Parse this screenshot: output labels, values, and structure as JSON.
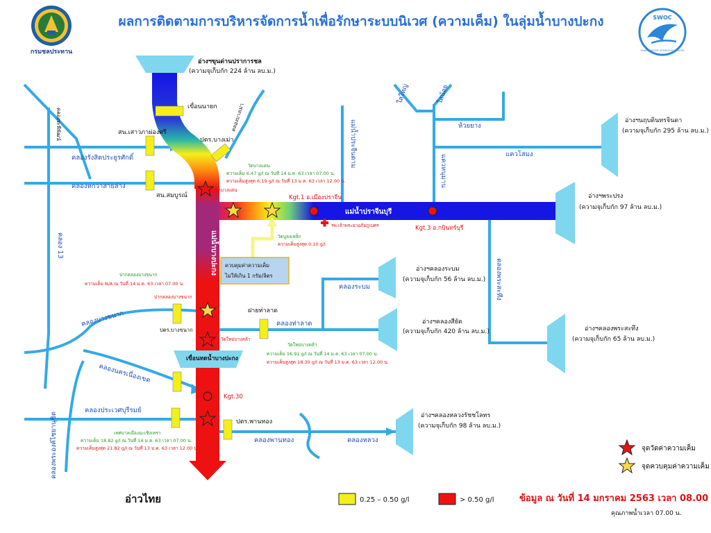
{
  "title": "ผลการติดตามการบริหารจัดการน้ำเพื่อรักษาระบบนิเวศ (ความเค็ม) ในลุ่มน้ำบางปะกง",
  "logos": {
    "left_text": "กรมชลประทาน",
    "right_top": "SWOC",
    "right_ring": "SMART WATER OPERATION CENTER"
  },
  "reservoirs": {
    "khun_dan": {
      "name": "อ่างฯขุนด่านปราการชล",
      "capacity": "(ความจุเก็บกัก 224 ล้าน ลบ.ม.)"
    },
    "nong_pla_lai": {
      "name": "อ่างฯนฤบดินทรจินดา",
      "capacity": "(ความจุเก็บกัก 295 ล้าน ลบ.ม.)"
    },
    "phra_prong": {
      "name": "อ่างฯพระปรง",
      "capacity": "(ความจุเก็บกัก 97 ล้าน ลบ.ม.)"
    },
    "rabom": {
      "name": "อ่างฯคลองระบม",
      "capacity": "(ความจุเก็บกัก 56 ล้าน ลบ.ม.)"
    },
    "si_yat": {
      "name": "อ่างฯคลองสียัด",
      "capacity": "(ความจุเก็บกัก 420 ล้าน ลบ.ม.)"
    },
    "phra_sathueng": {
      "name": "อ่างฯคลองพระสะทึง",
      "capacity": "(ความจุเก็บกัก 65 ล้าน ลบ.ม.)"
    },
    "luang": {
      "name": "อ่างฯคลองหลวงรัชชโลทร",
      "capacity": "(ความจุเก็บกัก 98 ล้าน ลบ.ม.)"
    }
  },
  "structures": {
    "nayok_dam": "เขื่อนนายก",
    "saowapha": "สน.เสาวภาผ่องศรี",
    "sombun": "สน.สมบูรณ์",
    "bang_mae": "ปตร.บางเม่า",
    "bang_khanak": "ปตร.บางขนาก",
    "tha_lat": "ฝายท่าลาด",
    "dam_lower": "เขื่อนทดน้ำบางปะกง",
    "phan_thong": "ปตร.พานทอง"
  },
  "canals": {
    "rangsit": "คลองรังสิตประยูรศักดิ์",
    "hokwa": "คลองหกวาสายล่าง",
    "rapiphat": "คลองระพีพัฒน์",
    "khlong13": "คลอง 13",
    "bang_mae": "คลองบางเม่า",
    "prachin_river": "แม่น้ำปราจีนบุรี",
    "prachin_trib": "แม่น้ำประจีนตาม",
    "bang_pakong": "แม่น้ำบางปะกง",
    "bang_khanak": "คลองบางขนาก",
    "tha_lat": "คลองท่าลาด",
    "rabom": "คลองระบม",
    "nakhon_nueang": "คลองนครเนื่องเขต",
    "prawet": "คลองประเวศบุรีรมย์",
    "phra_ong": "คลองพระองค์ไชยานุชิต",
    "phan_thong": "คลองพานทอง",
    "luang": "คลองหลวง",
    "phra_sathueng": "คลองพระสะทึง",
    "sai_yai": "ใสใหญ่",
    "sai_noi": "ใสน้อย",
    "huai_yang": "ห้วยยาง",
    "kwae_hanuman": "แควหนุมาน",
    "kwae_ma": "แควโสมง"
  },
  "stations": {
    "wat_bang_taen": {
      "name": "วัดบางแตน",
      "value": "ความเค็ม 6.47 g/l ณ วันที่ 14 ม.ค. 63 เวลา 07.00 น.",
      "max": "ความเค็มสูงสุด 6.19 g/l ณ วันที่ 13 ม.ค. 63 เวลา 12.00 น.",
      "marker": "วัดบางแตน"
    },
    "wat_bang_taen_2": {
      "label": "วัดบางแตน"
    },
    "kgt1": "Kgt.1 อ.เมืองปราจีน",
    "kgt3": "Kgt.3 อ.กบินทร์บุรี",
    "hospital": "รพ.เจ้าพระยาอภัยภูเบศร",
    "wat_bang_lek": {
      "name": "วัดบูลงเหล็ก",
      "value": "ความเค็มสูงสุด 0.10 g/l"
    },
    "bang_khanak_mouth": {
      "name": "ปากคลองบางขนาก",
      "value": "ความเค็ม N/A ณ วันที่ 14 ม.ค. 63 เวลา 07.00 น.",
      "marker": "ปากคลองบางขนาก"
    },
    "wat_bang_kla": {
      "name": "วัดใหม่บางคล้า",
      "marker": "วัดใหม่บางคล้า",
      "value": "ความเค็ม 16.91 g/l ณ วันที่ 14 ม.ค. 63 เวลา 07.00 น.",
      "max": "ความเค็มสูงสุด 18.30 g/l ณ วันที่ 13 ม.ค. 63 เวลา 12.00 น."
    },
    "kgt30": "Kgt.30",
    "chachoengsao": {
      "name": "เทศบาลเมืองฉะเชิงเทรา",
      "value": "ความเค็ม 18.82 g/l ณ วันที่ 14 ม.ค. 63 เวลา 07.00 น.",
      "max": "ความเค็มสูงสุด 21.82 g/l ณ วันที่ 13 ม.ค. 63 เวลา 12.00 น."
    }
  },
  "control_box": {
    "line1": "ควบคุมค่าความเค็ม",
    "line2": "ไม่ให้เกิน 1 กรัม/ลิตร"
  },
  "sea": "อ่าวไทย",
  "legend": {
    "measure": "จุดวัดค่าความเค็ม",
    "control": "จุดควบคุมค่าความเค็ม",
    "yellow": "0.25 – 0.50 g/l",
    "red": ">  0.50 g/l"
  },
  "footer": {
    "date": "ข้อมูล ณ วันที่ 14 มกราคม 2563  เวลา 08.00 น.",
    "quality": "คุณภาพน้ำเวลา 07.00 น."
  },
  "colors": {
    "canal": "#35a9e6",
    "reservoir": "#7fd6ef",
    "river_blue": "#1515e6",
    "river_red": "#ee1111",
    "gate": "#f4ef18",
    "title": "#2a6fd4"
  }
}
